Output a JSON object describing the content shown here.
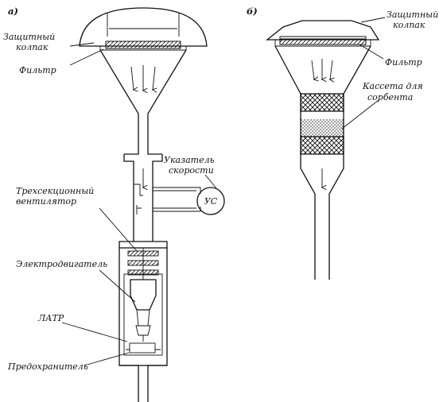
{
  "panel_a": {
    "letter": "а)",
    "labels": {
      "cap_line1": "Защитный",
      "cap_line2": "колпак",
      "filter": "Фильтр",
      "speed_line1": "Указатель",
      "speed_line2": "скорости",
      "speed_abbrev": "УС",
      "fan_line1": "Трехсекционный",
      "fan_line2": "вентилятор",
      "motor": "Электродвигатель",
      "latr": "ЛАТР",
      "fuse": "Предохранитель"
    }
  },
  "panel_b": {
    "letter": "б)",
    "labels": {
      "cap_line1": "Защитный",
      "cap_line2": "колпак",
      "filter": "Фильтр",
      "cassette_line1": "Кассета для",
      "cassette_line2": "сорбента"
    }
  },
  "colors": {
    "ink": "#111111",
    "paper": "#ffffff"
  }
}
